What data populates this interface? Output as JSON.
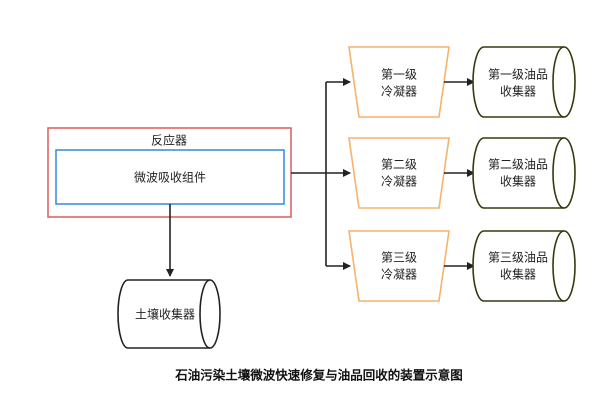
{
  "reactor": {
    "label": "反应器"
  },
  "microwave_module": {
    "label": "微波吸收组件"
  },
  "soil_collector": {
    "label": "土壤收集器"
  },
  "condensers": [
    {
      "line1": "第一级",
      "line2": "冷凝器"
    },
    {
      "line1": "第二级",
      "line2": "冷凝器"
    },
    {
      "line1": "第三级",
      "line2": "冷凝器"
    }
  ],
  "oil_collectors": [
    {
      "line1": "第一级油品",
      "line2": "收集器"
    },
    {
      "line1": "第二级油品",
      "line2": "收集器"
    },
    {
      "line1": "第三级油品",
      "line2": "收集器"
    }
  ],
  "caption": "石油污染土壤微波快速修复与油品回收的装置示意图",
  "colors": {
    "reactor_border": "#e06666",
    "module_border": "#3d8fe0",
    "condenser_border": "#f5b46b",
    "oil_collector_border": "#2f3d0f",
    "soil_collector_border": "#222222",
    "arrow": "#222222"
  }
}
